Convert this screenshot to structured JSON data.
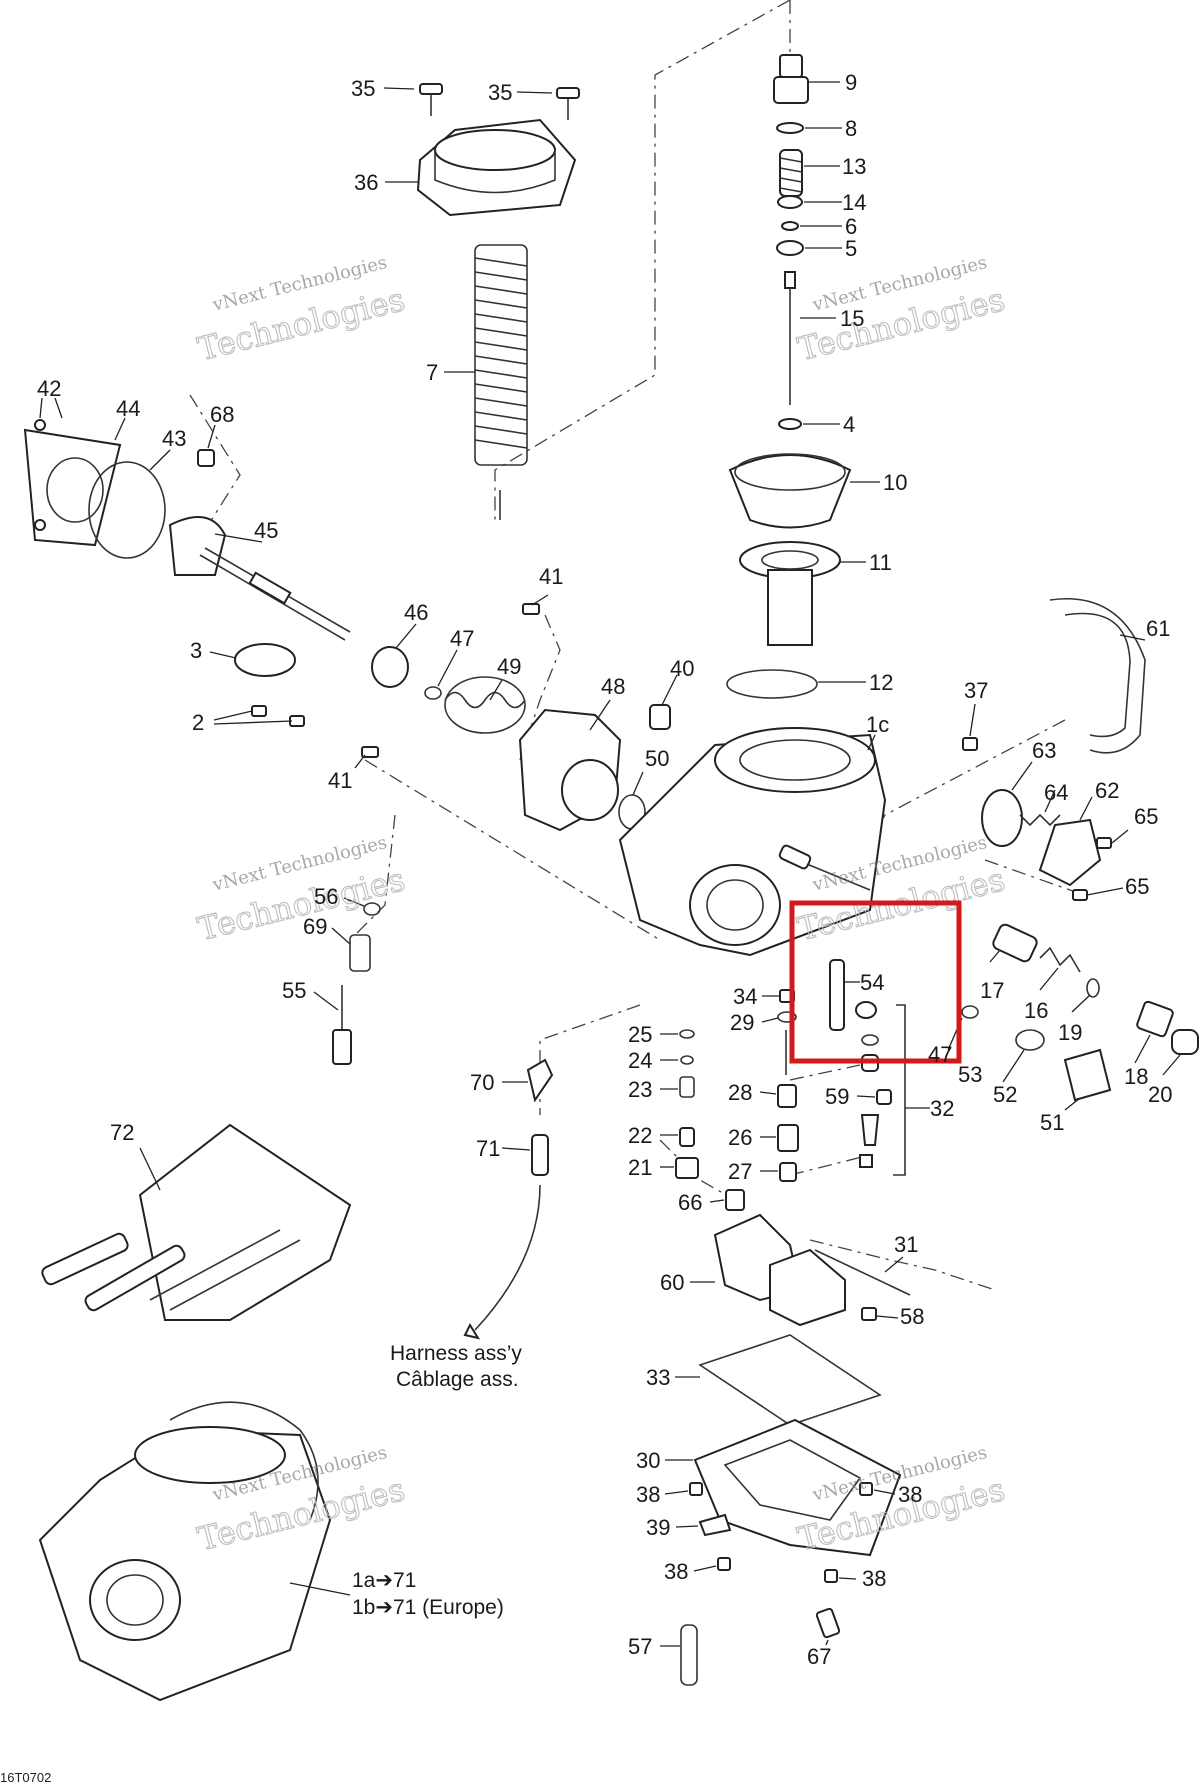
{
  "diagram": {
    "reference_code": "16T0702",
    "watermark": {
      "line1": "vNext Technologies",
      "line2": "Technologies"
    },
    "notes": {
      "harness_en": "Harness ass’y",
      "harness_fr": "Câblage ass.",
      "assembly_line1": "1a➔71",
      "assembly_line2": "1b➔71 (Europe)"
    },
    "labels": {
      "l35a": "35",
      "l35b": "35",
      "l36": "36",
      "l7": "7",
      "l9": "9",
      "l8": "8",
      "l13": "13",
      "l14": "14",
      "l6": "6",
      "l5": "5",
      "l15": "15",
      "l4": "4",
      "l10": "10",
      "l11": "11",
      "l12": "12",
      "l1c": "1c",
      "l42": "42",
      "l44": "44",
      "l43": "43",
      "l68": "68",
      "l45": "45",
      "l3": "3",
      "l2": "2",
      "l46": "46",
      "l47a": "47",
      "l49": "49",
      "l41a": "41",
      "l41b": "41",
      "l48": "48",
      "l40": "40",
      "l50": "50",
      "l37": "37",
      "l61": "61",
      "l63": "63",
      "l64": "64",
      "l62": "62",
      "l65a": "65",
      "l65b": "65",
      "l56": "56",
      "l69": "69",
      "l55": "55",
      "l34": "34",
      "l29": "29",
      "l54": "54",
      "l17": "17",
      "l16": "16",
      "l19": "19",
      "l47b": "47",
      "l53": "53",
      "l52": "52",
      "l51": "51",
      "l18": "18",
      "l20": "20",
      "l25": "25",
      "l24": "24",
      "l23": "23",
      "l28": "28",
      "l59": "59",
      "l32": "32",
      "l22": "22",
      "l26": "26",
      "l21": "21",
      "l27": "27",
      "l66": "66",
      "l70": "70",
      "l71": "71",
      "l72": "72",
      "l60": "60",
      "l31": "31",
      "l58": "58",
      "l33": "33",
      "l30": "30",
      "l38a": "38",
      "l38b": "38",
      "l38c": "38",
      "l38d": "38",
      "l39": "39",
      "l57": "57",
      "l67": "67"
    },
    "highlight_color": "#d11a1a"
  }
}
